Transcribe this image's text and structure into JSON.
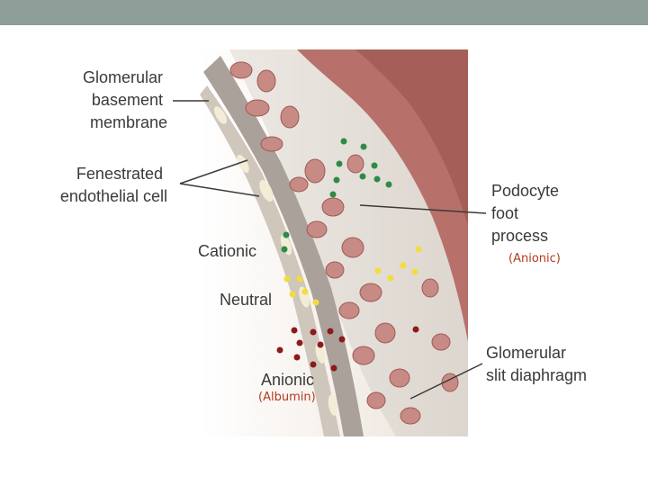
{
  "colors": {
    "top_bar": "#8e9e99",
    "cationic_dot": "#2e8b47",
    "neutral_dot": "#f2dd3c",
    "anionic_dot": "#8c1b1b",
    "note_text": "#b23a1e"
  },
  "labels": {
    "gbm": [
      "Glomerular",
      "basement",
      "membrane"
    ],
    "endothelial": [
      "Fenestrated",
      "endothelial cell"
    ],
    "podocyte": [
      "Podocyte",
      "foot",
      "process"
    ],
    "podocyte_note": "(Anionic)",
    "cationic": "Cationic",
    "neutral": "Neutral",
    "anionic": "Anionic",
    "anionic_note": "(Albumin)",
    "slit": [
      "Glomerular",
      "slit diaphragm"
    ]
  }
}
